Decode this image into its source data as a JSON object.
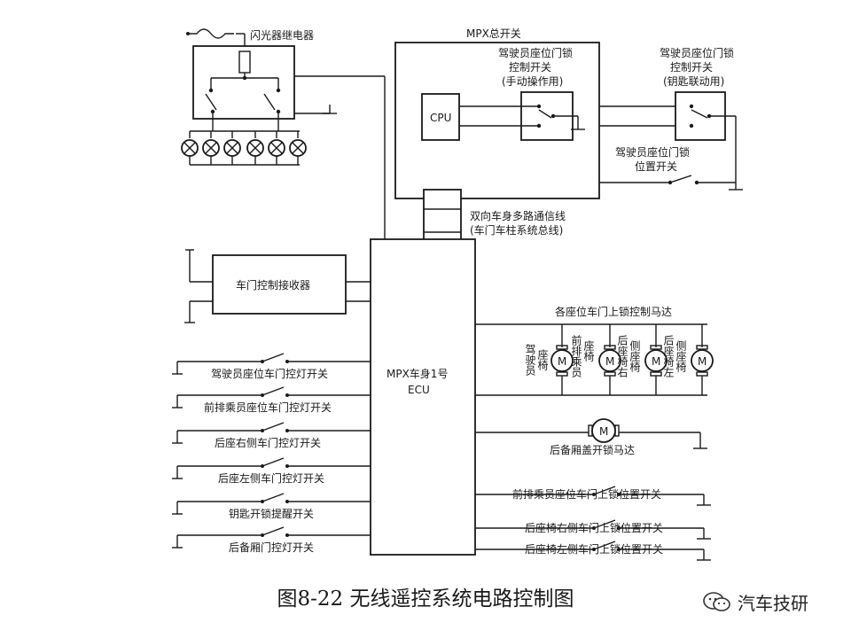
{
  "diagram": {
    "flasher_relay_label": "闪光器继电器",
    "mpx_master_switch_label": "MPX总开关",
    "cpu_label": "CPU",
    "driver_lock_switch_manual": [
      "驾驶员座位门锁",
      "控制开关",
      "(手动操作用)"
    ],
    "driver_lock_switch_key": [
      "驾驶员座位门锁",
      "控制开关",
      "(钥匙联动用)"
    ],
    "driver_lock_position_switch": [
      "驾驶员座位门锁",
      "位置开关"
    ],
    "bus_label": [
      "双向车身多路通信线",
      "(车门车柱系统总线)"
    ],
    "receiver_label": "车门控制接收器",
    "ecu_label": [
      "MPX车身1号",
      "ECU"
    ],
    "door_lock_motors_title": "各座位车门上锁控制马达",
    "motor_symbol": "M",
    "seat_motor_labels": [
      [
        "驾驶员",
        "座椅"
      ],
      [
        "前排乘员",
        "座椅"
      ],
      [
        "后座椅右",
        "侧座椅"
      ],
      [
        "后座椅左",
        "侧座椅"
      ]
    ],
    "left_switches": [
      "驾驶员座位车门控灯开关",
      "前排乘员座位车门控灯开关",
      "后座右侧车门控灯开关",
      "后座左侧车门控灯开关",
      "钥匙开锁提醒开关",
      "后备厢门控灯开关"
    ],
    "trunk_motor_label": "后备厢盖开锁马达",
    "right_switches": [
      "前排乘员座位车门上锁位置开关",
      "后座椅右侧车门上锁位置开关",
      "后座椅左侧车门上锁位置开关"
    ]
  },
  "caption": "图8-22 无线遥控系统电路控制图",
  "watermark": "汽车技研"
}
